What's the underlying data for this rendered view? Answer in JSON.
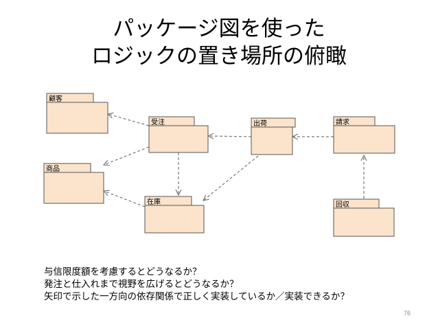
{
  "slide": {
    "title_line1": "パッケージ図を使った",
    "title_line2": "ロジックの置き場所の俯瞰",
    "page_number": "76"
  },
  "diagram": {
    "packages": [
      {
        "id": "kokyaku",
        "name": "顧客"
      },
      {
        "id": "juchu",
        "name": "受注"
      },
      {
        "id": "shukka",
        "name": "出荷"
      },
      {
        "id": "seikyu",
        "name": "請求"
      },
      {
        "id": "shohin",
        "name": "商品"
      },
      {
        "id": "zaiko",
        "name": "在庫"
      },
      {
        "id": "kaishu",
        "name": "回収"
      }
    ],
    "dependencies": [
      {
        "from": "受注",
        "to": "顧客"
      },
      {
        "from": "受注",
        "to": "商品"
      },
      {
        "from": "受注",
        "to": "在庫"
      },
      {
        "from": "出荷",
        "to": "受注"
      },
      {
        "from": "出荷",
        "to": "在庫"
      },
      {
        "from": "請求",
        "to": "出荷"
      },
      {
        "from": "在庫",
        "to": "商品"
      },
      {
        "from": "回収",
        "to": "請求"
      }
    ],
    "colors": {
      "package_fill": "#fbe3cc",
      "package_stroke": "#555555",
      "arrow": "#777777"
    }
  },
  "questions": [
    "与信限度額を考慮するとどうなるか？",
    "発注と仕入れまで視野を広げるとどうなるか？",
    "矢印で示した一方向の依存関係で正しく実装しているか／実装できるか？"
  ]
}
